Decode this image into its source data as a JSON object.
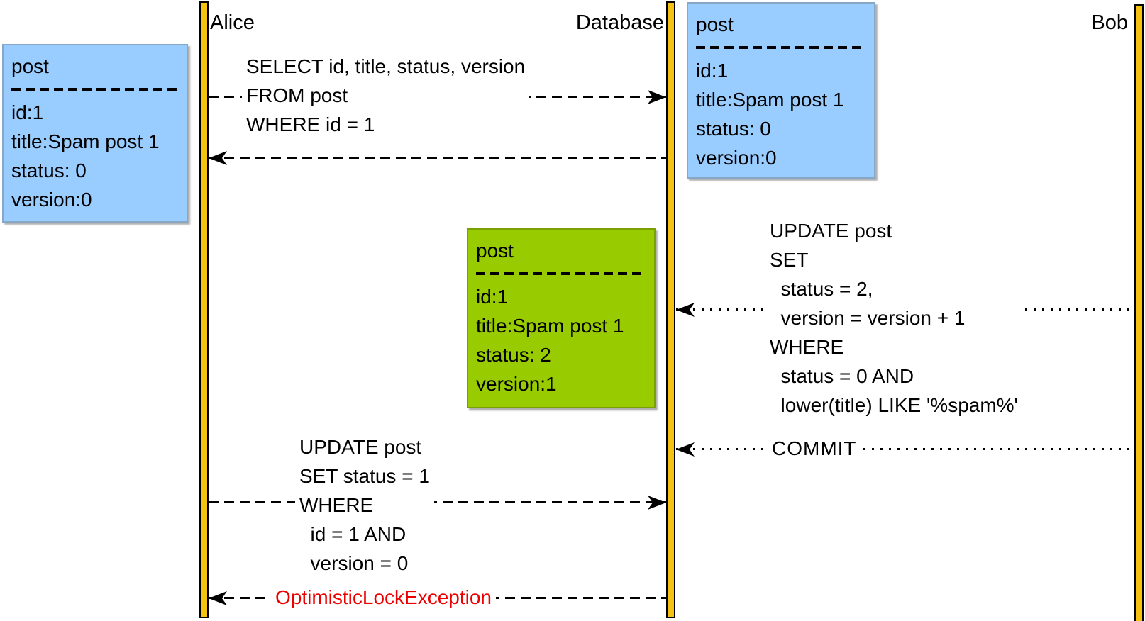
{
  "diagram": {
    "title_hint": "Optimistic locking sequence diagram",
    "actors": {
      "alice": "Alice",
      "database": "Database",
      "bob": "Bob"
    },
    "records": {
      "alice_post_before": {
        "title": "post",
        "fields": [
          "id:1",
          "title:Spam post 1",
          "status: 0",
          "version:0"
        ]
      },
      "db_post_before": {
        "title": "post",
        "fields": [
          "id:1",
          "title:Spam post 1",
          "status: 0",
          "version:0"
        ]
      },
      "db_post_after": {
        "title": "post",
        "fields": [
          "id:1",
          "title:Spam post 1",
          "status: 2",
          "version:1"
        ]
      }
    },
    "messages": {
      "select": {
        "lines": [
          "SELECT id, title, status, version",
          "FROM post",
          "WHERE id = 1"
        ]
      },
      "bob_update": {
        "lines": [
          "UPDATE post",
          "SET",
          "  status = 2,",
          "  version = version + 1",
          "WHERE",
          "  status = 0 AND",
          "  lower(title) LIKE '%spam%'"
        ]
      },
      "commit": {
        "label": "COMMIT"
      },
      "alice_update": {
        "lines": [
          "UPDATE post",
          "SET status = 1",
          "WHERE",
          "  id = 1 AND",
          "  version = 0"
        ]
      },
      "exception": {
        "label": "OptimisticLockException"
      }
    },
    "colors": {
      "record_blue": "#99CCFF",
      "record_green": "#99CC00",
      "lifeline_yellow": "#F5C113",
      "error_red": "#EE0000",
      "line_black": "#000000"
    }
  }
}
